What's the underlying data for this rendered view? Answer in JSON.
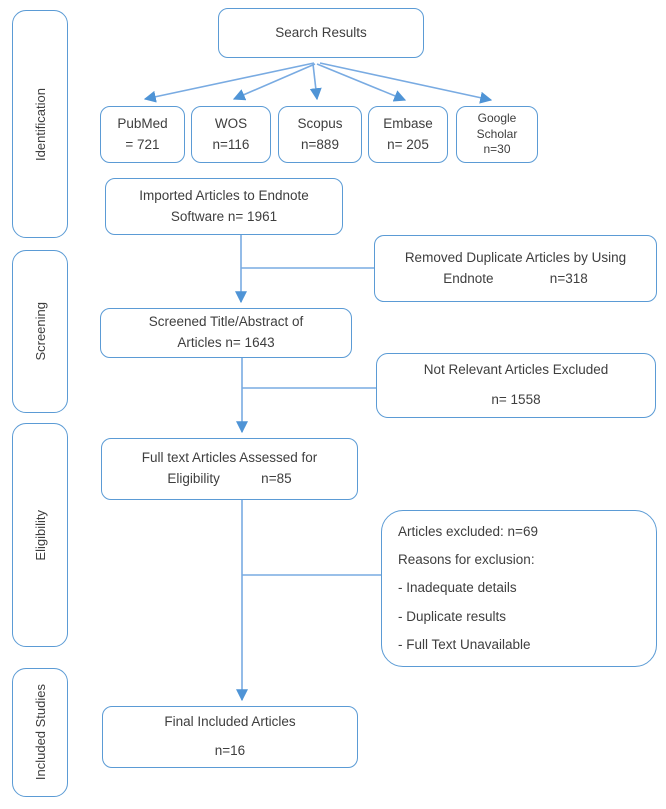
{
  "colors": {
    "box_border": "#5B9BD5",
    "arrow": "#79ABE2",
    "arrowhead": "#4F94D6",
    "text": "#3E3E3E"
  },
  "sidebar": {
    "stages": [
      {
        "label": "Identification"
      },
      {
        "label": "Screening"
      },
      {
        "label": "Eligibility"
      },
      {
        "label": "Included Studies"
      }
    ]
  },
  "flow": {
    "search": {
      "label": "Search Results"
    },
    "sources": [
      {
        "lines": [
          "PubMed",
          "= 721"
        ]
      },
      {
        "lines": [
          "WOS",
          "n=116"
        ]
      },
      {
        "lines": [
          "Scopus",
          "n=889"
        ]
      },
      {
        "lines": [
          "Embase",
          "n= 205"
        ]
      },
      {
        "lines": [
          "Google",
          "Scholar",
          "n=30"
        ]
      }
    ],
    "imported": {
      "lines": [
        "Imported Articles to Endnote",
        "Software n= 1961"
      ]
    },
    "removed_duplicates": {
      "lines": [
        "Removed Duplicate Articles by Using",
        "Endnote               n=318"
      ]
    },
    "screened": {
      "lines": [
        "Screened Title/Abstract of",
        "Articles n= 1643"
      ]
    },
    "not_relevant": {
      "lines": [
        "Not Relevant Articles Excluded",
        "n= 1558"
      ]
    },
    "full_text": {
      "lines": [
        "Full text Articles Assessed for",
        "Eligibility           n=85"
      ]
    },
    "excluded": {
      "lines": [
        "Articles excluded: n=69",
        "Reasons for exclusion:",
        "- Inadequate details",
        "- Duplicate results",
        "- Full Text Unavailable"
      ]
    },
    "final_included": {
      "lines": [
        "Final Included Articles",
        "n=16"
      ]
    }
  }
}
